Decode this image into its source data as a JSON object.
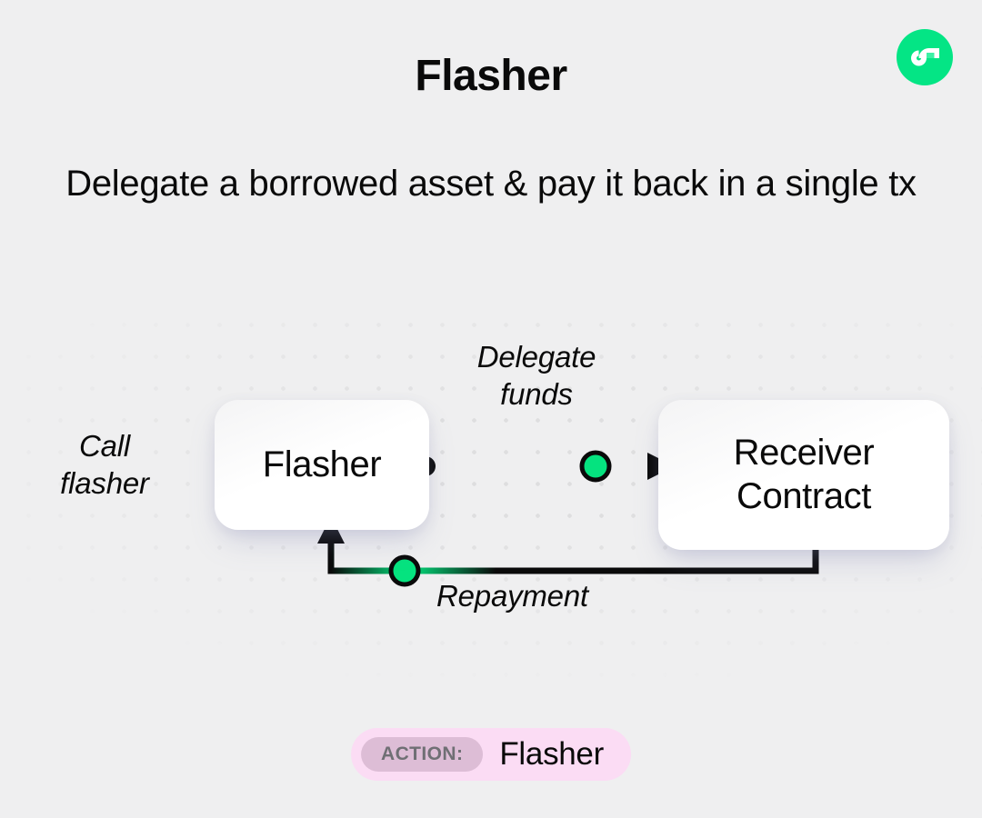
{
  "brand": {
    "logo_icon": "flow-logo-icon",
    "logo_color": "#04e585"
  },
  "header": {
    "title": "Flasher",
    "subtitle": "Delegate a borrowed asset\n& pay it back in a single tx"
  },
  "diagram": {
    "background": "#efeff0",
    "dot_grid_color": "#dededf",
    "node_color": "#ffffff",
    "accent_color": "#05e37f",
    "line_color": "#0a0a0a",
    "nodes": [
      {
        "id": "flasher",
        "label": "Flasher"
      },
      {
        "id": "receiver",
        "label": "Receiver\nContract"
      }
    ],
    "edges": [
      {
        "id": "call-flasher",
        "label": "Call\nflasher"
      },
      {
        "id": "delegate-funds",
        "label": "Delegate\nfunds"
      },
      {
        "id": "repayment",
        "label": "Repayment"
      }
    ]
  },
  "action": {
    "tag": "ACTION:",
    "value": "Flasher",
    "pill_color": "#fbdcf4",
    "tag_color": "#ddbdd6"
  }
}
